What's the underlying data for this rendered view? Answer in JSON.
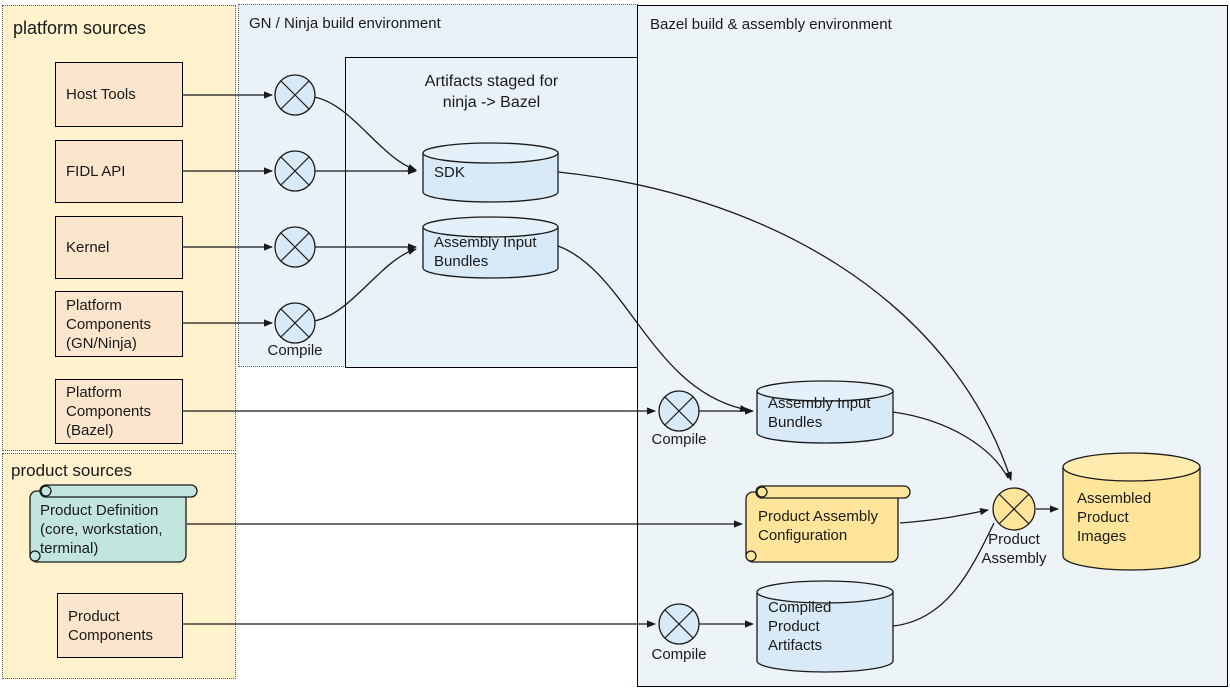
{
  "panels": {
    "platform_sources": {
      "title": "platform sources"
    },
    "product_sources": {
      "title": "product sources"
    },
    "gn_env": {
      "title": "GN / Ninja build environment"
    },
    "staged": {
      "title_line1": "Artifacts staged for",
      "title_line2": "ninja -> Bazel"
    },
    "bazel_env": {
      "title": "Bazel build & assembly environment"
    }
  },
  "sources": {
    "host_tools": "Host Tools",
    "fidl_api": "FIDL API",
    "kernel": "Kernel",
    "platform_components_gn": [
      "Platform",
      "Components",
      "(GN/Ninja)"
    ],
    "platform_components_bazel": [
      "Platform",
      "Components",
      "(Bazel)"
    ],
    "product_definition": [
      "Product Definition",
      "(core, workstation,",
      "terminal)"
    ],
    "product_components": [
      "Product",
      "Components"
    ]
  },
  "artifacts": {
    "sdk": "SDK",
    "gn_assembly_input_bundles": [
      "Assembly Input",
      "Bundles"
    ],
    "bazel_assembly_input_bundles": [
      "Assembly Input",
      "Bundles"
    ],
    "product_assembly_configuration": [
      "Product Assembly",
      "Configuration"
    ],
    "compiled_product_artifacts": [
      "Compiled",
      "Product",
      "Artifacts"
    ],
    "assembled_product_images": [
      "Assembled",
      "Product",
      "Images"
    ]
  },
  "processes": {
    "compile_gn": "Compile",
    "compile_bazel_aib": "Compile",
    "compile_bazel_products": "Compile",
    "product_assembly": [
      "Product",
      "Assembly"
    ]
  },
  "colors": {
    "source_panel_fill": "#FFF2CC",
    "source_box_fill": "#FCE5CD",
    "gn_env_fill": "#E9F2F9",
    "bazel_env_fill": "#EDF4F7",
    "blue_shape_fill": "#D8EAF7",
    "blue_shape_top": "#E4F1FA",
    "yellow_shape_fill": "#FFE599",
    "yellow_shape_top": "#FFEBAD",
    "teal_shape_fill": "#C2E5DE",
    "line_color": "#1A1A1A"
  }
}
